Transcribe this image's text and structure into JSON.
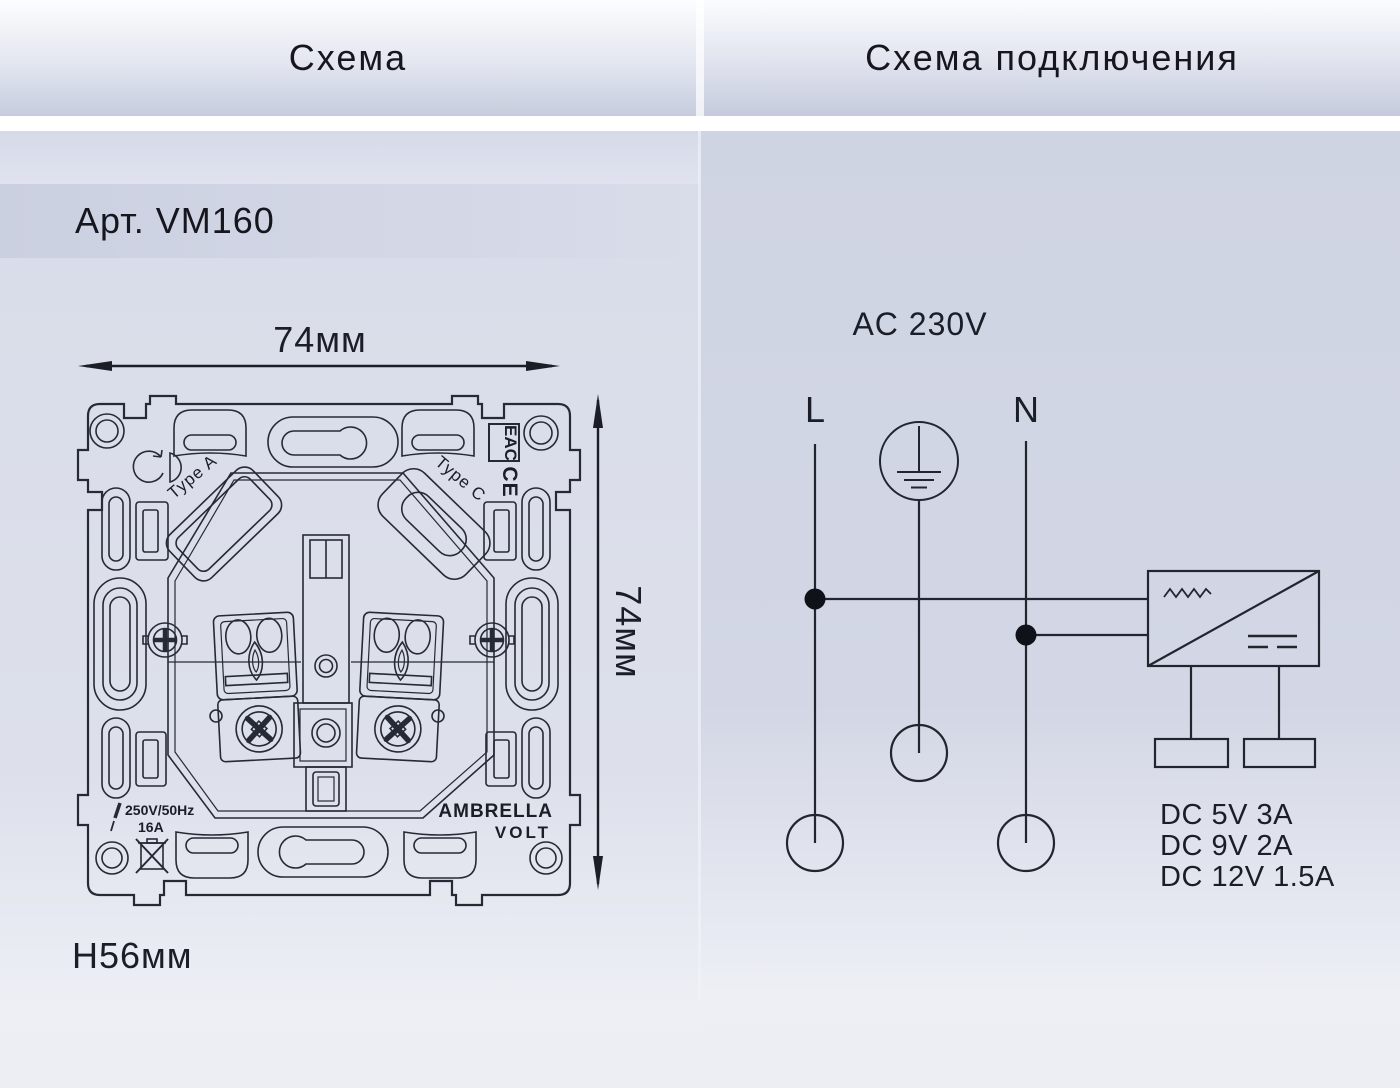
{
  "colors": {
    "ink": "#1b1d27",
    "header_gradient_top": "#fcfdfe",
    "header_gradient_bottom": "#c6ccdd",
    "panel_left_bg": "#dadeea",
    "panel_right_bg": "#d0d5e3",
    "white_strip": "#ffffff"
  },
  "header": {
    "left_title": "Схема",
    "right_title": "Схема подключения"
  },
  "left_panel": {
    "article": "Арт. VM160",
    "width_dim": "74мм",
    "height_dim": "74мм",
    "depth_dim": "H56мм",
    "drawing": {
      "type_a": "Type A",
      "type_c": "Type C",
      "eac_mark": "EAC",
      "ce_mark": "CE",
      "rating_voltage": "250V/50Hz",
      "rating_current": "16A",
      "brand_top": "AMBRELLA",
      "brand_bottom": "VOLT"
    }
  },
  "right_panel": {
    "ac_label": "AC 230V",
    "live_label": "L",
    "neutral_label": "N",
    "dc_outputs": [
      "DC 5V 3A",
      "DC 9V 2A",
      "DC 12V 1.5A"
    ]
  }
}
